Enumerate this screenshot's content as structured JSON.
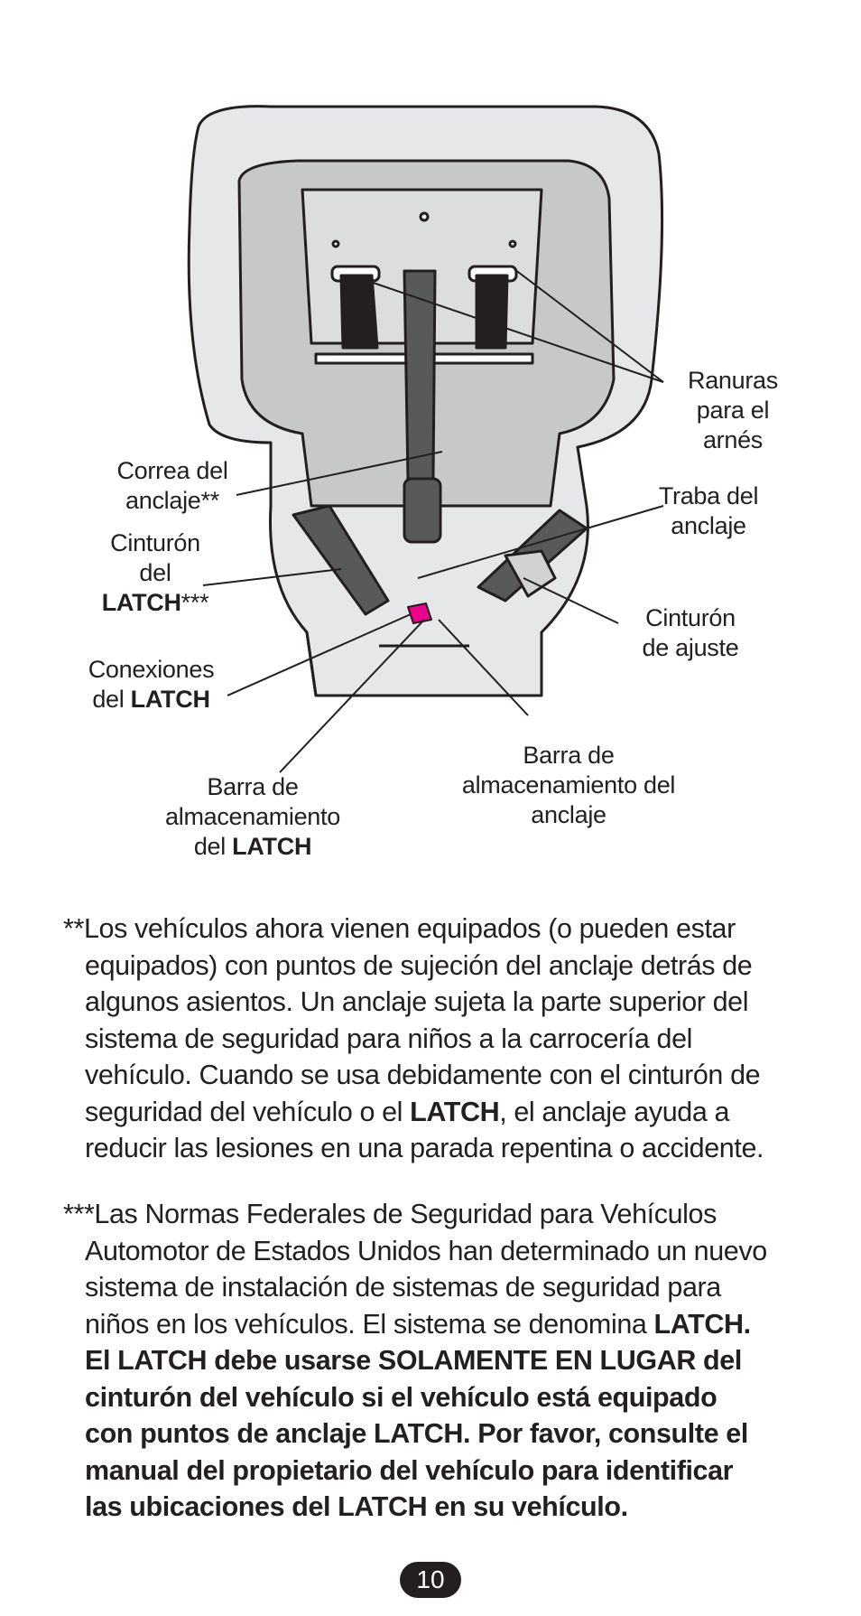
{
  "figure": {
    "labels": {
      "harness_slots": [
        "Ranuras",
        "para el",
        "arnés"
      ],
      "tether_strap": [
        "Correa del",
        "anclaje**"
      ],
      "latch_belt": [
        "Cinturón",
        "del",
        "LATCH",
        "***"
      ],
      "tether_lock": [
        "Traba del",
        "anclaje"
      ],
      "adjust_belt": [
        "Cinturón",
        "de ajuste"
      ],
      "latch_connectors": [
        "Conexiones",
        "del ",
        "LATCH"
      ],
      "tether_storage_bar": [
        "Barra de",
        "almacenamiento del",
        "anclaje"
      ],
      "latch_storage_bar": [
        "Barra de",
        "almacenamiento",
        "del ",
        "LATCH"
      ]
    }
  },
  "notes": {
    "note1": {
      "marker": "**",
      "lines": [
        "Los vehículos ahora vienen equipados (o pueden estar",
        "equipados) con puntos de sujeción del anclaje detrás de",
        "algunos asientos. Un anclaje sujeta la parte superior del",
        "sistema de seguridad para niños a la carrocería del",
        "vehículo. Cuando se usa debidamente con el cinturón de"
      ],
      "line6_pre": "seguridad del vehículo o el ",
      "line6_bold": "LATCH",
      "line6_post": ", el anclaje ayuda a",
      "line7": "reducir las lesiones en una parada repentina o accidente."
    },
    "note2": {
      "marker": "***",
      "lines": [
        "Las Normas Federales de Seguridad para Vehículos",
        "Automotor de Estados Unidos han determinado un nuevo",
        "sistema de instalación de sistemas de seguridad para"
      ],
      "line4_pre": "niños en los vehículos. El sistema se denomina ",
      "line4_bold": "LATCH.",
      "bold_lines": [
        "El LATCH debe usarse SOLAMENTE EN LUGAR del",
        "cinturón del vehículo si el vehículo está equipado",
        "con puntos de anclaje LATCH. Por favor, consulte el",
        "manual del propietario del vehículo para identificar",
        "las ubicaciones del LATCH en su vehículo."
      ]
    }
  },
  "page_number": "10"
}
